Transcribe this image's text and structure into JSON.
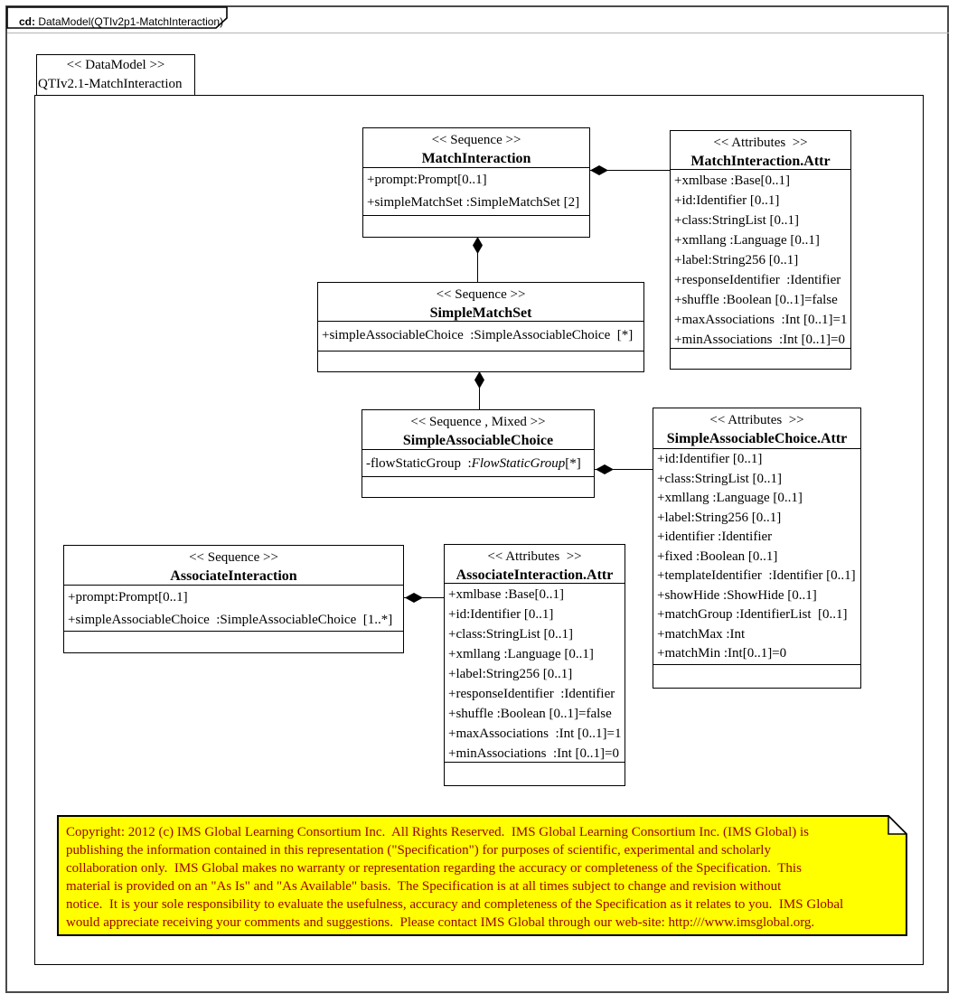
{
  "tab": {
    "prefix": "cd:",
    "label": " DataModel(QTIv2p1-MatchInteraction)"
  },
  "datamodel": {
    "stereotype": "<< DataModel >>",
    "name": "QTIv2.1-MatchInteraction"
  },
  "classes": {
    "match_interaction": {
      "stereotype": "<< Sequence >>",
      "name": "MatchInteraction",
      "attrs": [
        "+prompt:Prompt[0..1]",
        "+simpleMatchSet :SimpleMatchSet [2]"
      ]
    },
    "match_interaction_attr": {
      "stereotype": "<< Attributes  >>",
      "name": "MatchInteraction.Attr",
      "attrs": [
        "+xmlbase :Base[0..1]",
        "+id:Identifier [0..1]",
        "+class:StringList [0..1]",
        "+xmllang :Language [0..1]",
        "+label:String256 [0..1]",
        "+responseIdentifier  :Identifier",
        "+shuffle :Boolean [0..1]=false",
        "+maxAssociations  :Int [0..1]=1",
        "+minAssociations  :Int [0..1]=0"
      ]
    },
    "simple_match_set": {
      "stereotype": "<< Sequence >>",
      "name": "SimpleMatchSet",
      "attrs": [
        "+simpleAssociableChoice  :SimpleAssociableChoice  [*]"
      ]
    },
    "simple_associable_choice": {
      "stereotype": "<< Sequence , Mixed >>",
      "name": "SimpleAssociableChoice",
      "flow_attr": {
        "prefix": "-flowStaticGroup  :",
        "italic": "FlowStaticGroup",
        "suffix": "[*]"
      }
    },
    "simple_associable_choice_attr": {
      "stereotype": "<< Attributes  >>",
      "name": "SimpleAssociableChoice.Attr",
      "attrs": [
        "+id:Identifier [0..1]",
        "+class:StringList [0..1]",
        "+xmllang :Language [0..1]",
        "+label:String256 [0..1]",
        "+identifier :Identifier",
        "+fixed :Boolean [0..1]",
        "+templateIdentifier  :Identifier [0..1]",
        "+showHide :ShowHide [0..1]",
        "+matchGroup :IdentifierList  [0..1]",
        "+matchMax :Int",
        "+matchMin :Int[0..1]=0"
      ]
    },
    "associate_interaction": {
      "stereotype": "<< Sequence >>",
      "name": "AssociateInteraction",
      "attrs": [
        "+prompt:Prompt[0..1]",
        "+simpleAssociableChoice  :SimpleAssociableChoice  [1..*]"
      ]
    },
    "associate_interaction_attr": {
      "stereotype": "<< Attributes  >>",
      "name": "AssociateInteraction.Attr",
      "attrs": [
        "+xmlbase :Base[0..1]",
        "+id:Identifier [0..1]",
        "+class:StringList [0..1]",
        "+xmllang :Language [0..1]",
        "+label:String256 [0..1]",
        "+responseIdentifier  :Identifier",
        "+shuffle :Boolean [0..1]=false",
        "+maxAssociations  :Int [0..1]=1",
        "+minAssociations  :Int [0..1]=0"
      ]
    }
  },
  "note": {
    "bg_color": "#ffff00",
    "text_color": "#990000",
    "lines": [
      "Copyright: 2012 (c) IMS Global Learning Consortium Inc.  All Rights Reserved.  IMS Global Learning Consortium Inc. (IMS Global) is",
      "publishing the information contained in this representation (\"Specification\") for purposes of scientific, experimental and scholarly",
      "collaboration only.  IMS Global makes no warranty or representation regarding the accuracy or completeness of the Specification.  This",
      "material is provided on an \"As Is\" and \"As Available\" basis.  The Specification is at all times subject to change and revision without",
      "notice.  It is your sole responsibility to evaluate the usefulness, accuracy and completeness of the Specification as it relates to you.  IMS Global",
      "would appreciate receiving your comments and suggestions.  Please contact IMS Global through our web-site: http:///www.imsglobal.org."
    ]
  }
}
